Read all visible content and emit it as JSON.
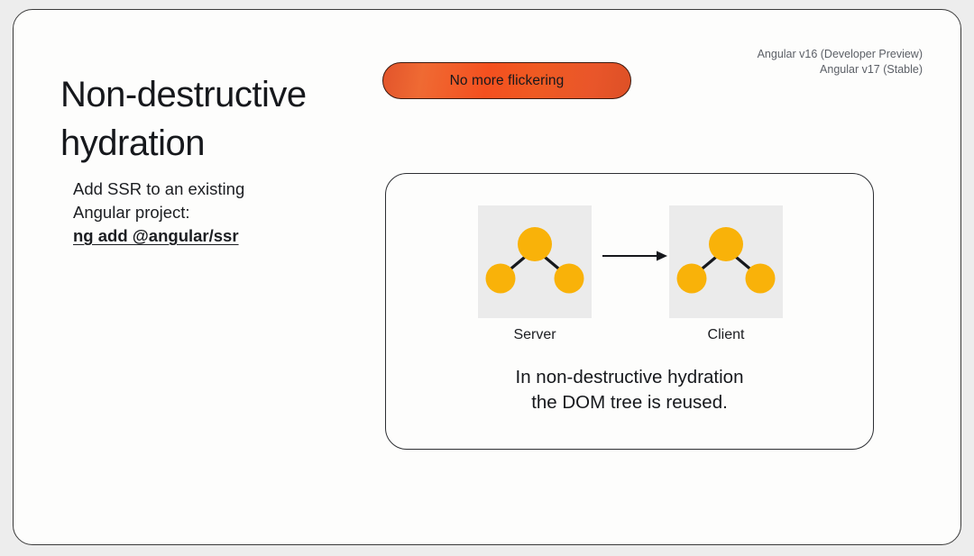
{
  "slide": {
    "title": "Non-destructive\nhydration",
    "badge": {
      "label": "No more flickering",
      "fill_start": "#e2542b",
      "fill_mid": "#f4501f",
      "fill_end": "#dd5026",
      "border_color": "#3a1a10"
    },
    "versions": [
      "Angular v16 (Developer Preview)",
      "Angular v17 (Stable)"
    ],
    "body": {
      "intro_line_1": "Add SSR to an existing",
      "intro_line_2": "Angular project:",
      "command": "ng add @angular/ssr"
    },
    "panel": {
      "server": {
        "label": "Server",
        "node_color": "#f9b209",
        "box_color": "#ebebeb",
        "edge_color": "#16181c"
      },
      "client": {
        "label": "Client",
        "node_color": "#f9b209",
        "box_color": "#ebebeb",
        "edge_color": "#16181c"
      },
      "arrow": "arrow-right-icon",
      "caption": "In non-destructive hydration\nthe DOM tree is reused."
    }
  },
  "colors": {
    "page_background": "#ededed",
    "card_background": "#fdfdfc",
    "card_border": "#3a3a3a",
    "text_primary": "#16181c",
    "text_muted": "#5b5f66"
  }
}
